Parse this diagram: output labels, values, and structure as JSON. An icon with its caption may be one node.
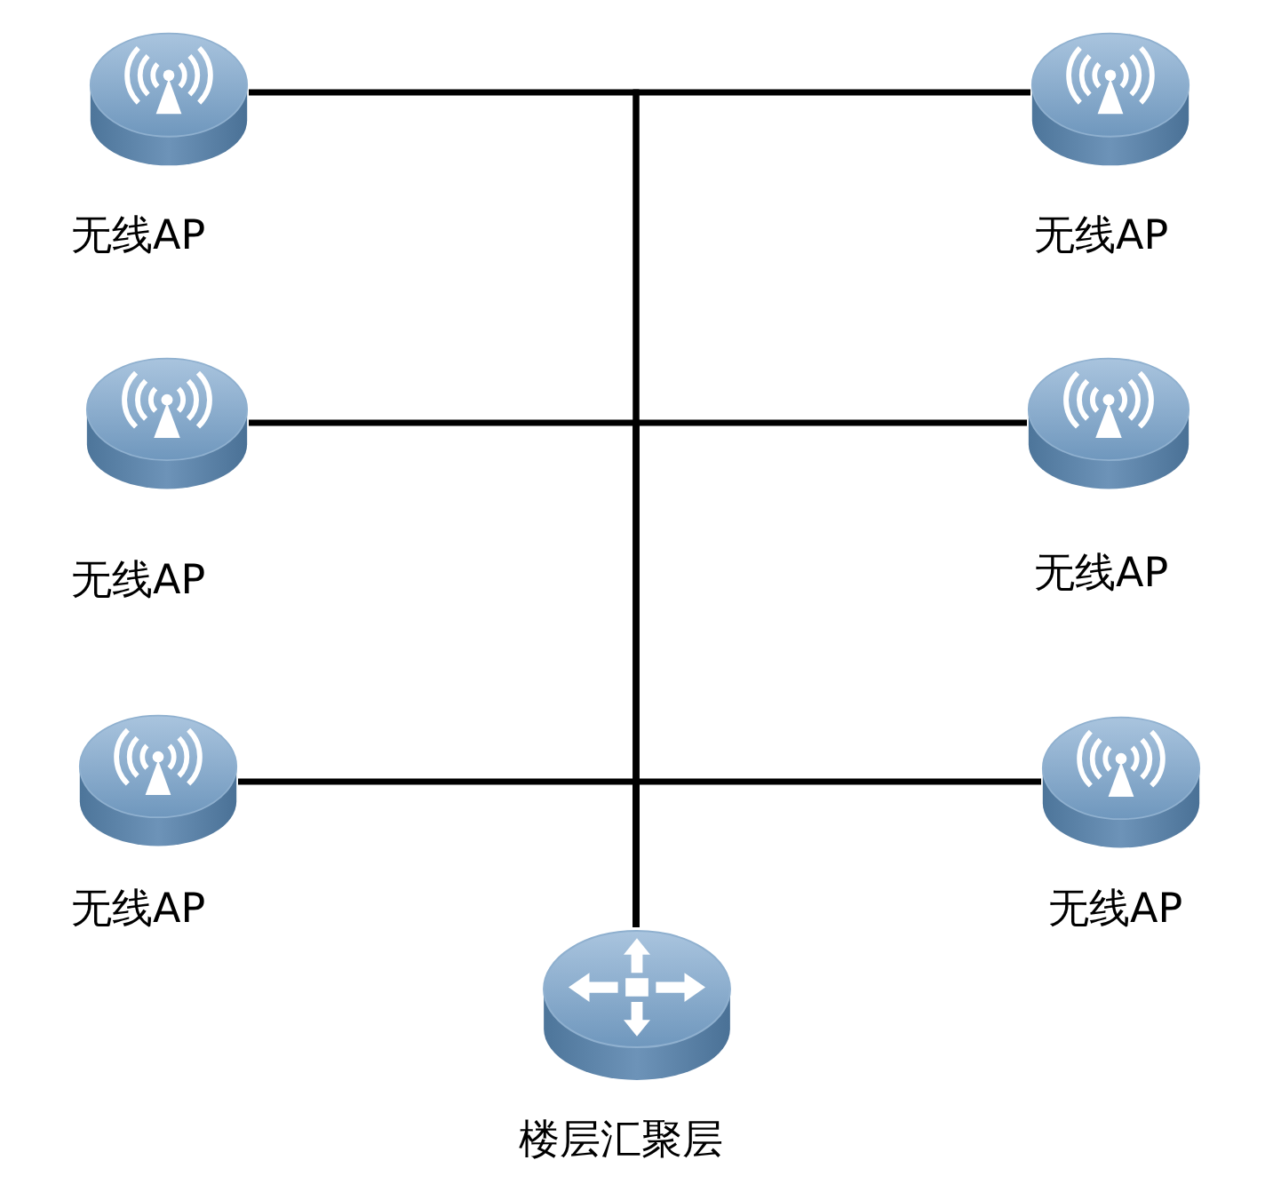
{
  "diagram": {
    "nodes": [
      {
        "text": [
          "无线AP"
        ]
      },
      {
        "text": [
          "无线AP"
        ]
      },
      {
        "text": [
          "无线AP"
        ]
      },
      {
        "text": [
          "无线AP"
        ]
      },
      {
        "text": [
          "无线AP"
        ]
      },
      {
        "text": [
          "无线AP"
        ]
      },
      {
        "text": [
          "楼层汇聚层"
        ]
      }
    ],
    "edges": [
      {
        "from": 0,
        "to": 6,
        "arrow": "none"
      },
      {
        "from": 1,
        "to": 6,
        "arrow": "none"
      },
      {
        "from": 2,
        "to": 6,
        "arrow": "none"
      },
      {
        "from": 3,
        "to": 6,
        "arrow": "none"
      },
      {
        "from": 4,
        "to": 6,
        "arrow": "none"
      },
      {
        "from": 5,
        "to": 6,
        "arrow": "none"
      }
    ]
  }
}
